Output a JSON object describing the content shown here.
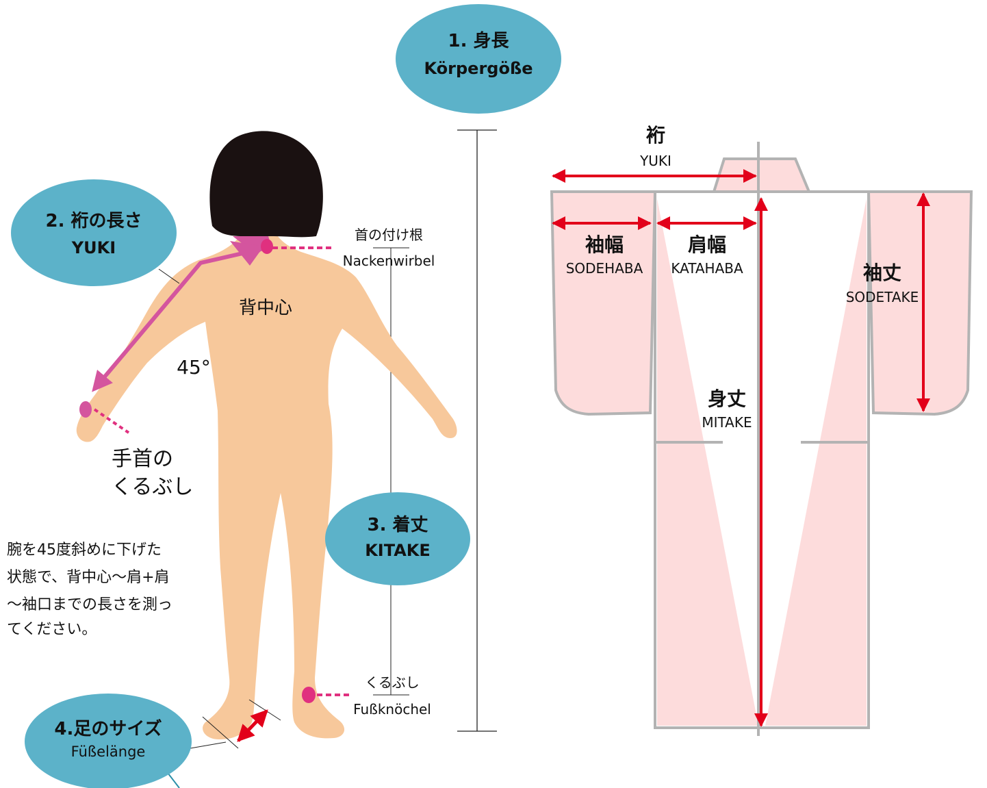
{
  "colors": {
    "skin": "#f7c89b",
    "hair": "#1a1111",
    "bubble": "#5cb2c9",
    "magenta": "#d4559e",
    "marker": "#e0307f",
    "red": "#e2001a",
    "kimono_fill": "#fddcdc",
    "kimono_line": "#b3b3b3"
  },
  "bubbles": {
    "b1": {
      "line1": "1. 身長",
      "line2": "Körpergöße"
    },
    "b2": {
      "line1": "2. 裄の長さ",
      "line2": "YUKI"
    },
    "b3": {
      "line1": "3. 着丈",
      "line2": "KITAKE"
    },
    "b4": {
      "line1": "4.足のサイズ",
      "line2": "Füßelänge"
    }
  },
  "body": {
    "back_center": "背中心",
    "angle": "45°",
    "wrist_line1": "手首の",
    "wrist_line2": "くるぶし",
    "neck_jp": "首の付け根",
    "neck_de": "Nackenwirbel",
    "ankle_jp": "くるぶし",
    "ankle_de": "Fußknöchel",
    "instruction": [
      "腕を45度斜めに下げた",
      "状態で、背中心〜肩+肩",
      "〜袖口までの長さを測っ",
      "てください。"
    ]
  },
  "kimono": {
    "yuki_jp": "裄",
    "yuki_en": "YUKI",
    "sodehaba_jp": "袖幅",
    "sodehaba_en": "SODEHABA",
    "katahaba_jp": "肩幅",
    "katahaba_en": "KATAHABA",
    "sodetake_jp": "袖丈",
    "sodetake_en": "SODETAKE",
    "mitake_jp": "身丈",
    "mitake_en": "MITAKE"
  }
}
